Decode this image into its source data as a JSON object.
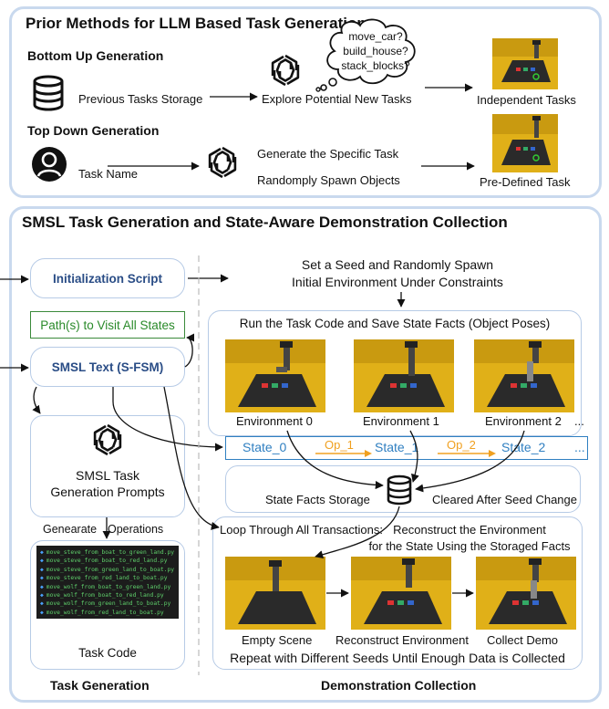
{
  "prior": {
    "title": "Prior Methods for LLM Based Task Generation",
    "bottom_up_title": "Bottom Up Generation",
    "top_down_title": "Top Down Generation",
    "previous_tasks": "Previous Tasks Storage",
    "explore": "Explore Potential New Tasks",
    "independent": "Independent Tasks",
    "thought": [
      "move_car?",
      "build_house?",
      "stack_blocks?"
    ],
    "task_name": "Task Name",
    "generate_specific": "Generate the Specific Task",
    "randomly_spawn": "Randomply Spawn Objects",
    "predefined": "Pre-Defined Task"
  },
  "smsl": {
    "title": "SMSL Task Generation and State-Aware Demonstration Collection",
    "init_script": "Initialization Script",
    "paths": "Path(s) to Visit All States",
    "smsl_text": "SMSL Text (S-FSM)",
    "prompts_line1": "SMSL Task",
    "prompts_line2": "Generation Prompts",
    "genearate": "Genearate",
    "operations": "Operations",
    "code_files": [
      "move_steve_from_boat_to_green_land.py",
      "move_steve_from_boat_to_red_land.py",
      "move_steve_from_green_land_to_boat.py",
      "move_steve_from_red_land_to_boat.py",
      "move_wolf_from_boat_to_green_land.py",
      "move_wolf_from_boat_to_red_land.py",
      "move_wolf_from_green_land_to_boat.py",
      "move_wolf_from_red_land_to_boat.py"
    ],
    "task_code": "Task Code",
    "task_generation": "Task Generation",
    "demo_collection": "Demonstration Collection",
    "seed_line1": "Set a Seed and Randomly Spawn",
    "seed_line2": "Initial Environment Under Constraints",
    "run_task": "Run the Task Code and Save State Facts (Object Poses)",
    "env0": "Environment 0",
    "env1": "Environment 1",
    "env2": "Environment 2",
    "ellipsis": "...",
    "state0": "State_0",
    "op1": "Op_1",
    "state1": "State_1",
    "op2": "Op_2",
    "state2": "State_2",
    "state_ellipsis": "...",
    "facts_storage": "State Facts Storage",
    "cleared": "Cleared After Seed Change",
    "loop": "Loop Through All Transactions:",
    "reconstruct_line1": "Reconstruct the Environment",
    "reconstruct_line2": "for the State Using the Storaged Facts",
    "empty_scene": "Empty Scene",
    "reconstruct_env": "Reconstruct Environment",
    "collect_demo": "Collect Demo",
    "repeat": "Repeat with Different Seeds Until Enough Data is Collected"
  },
  "colors": {
    "panel_border": "#c9d9ee",
    "pill_text": "#2a4d86",
    "state_blue": "#2f7fc1",
    "op_orange": "#f0a020",
    "path_green": "#2a8a2a",
    "scene_yellow": "#e0b018"
  }
}
